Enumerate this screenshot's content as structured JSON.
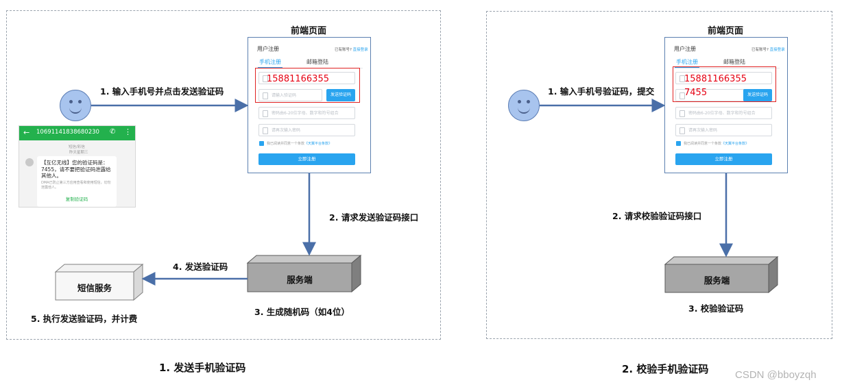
{
  "left": {
    "frontend_title": "前端页面",
    "form": {
      "title": "用户注册",
      "login_prompt": "已有账号?",
      "login_link": "直接登录",
      "tab_phone": "手机注册",
      "tab_email": "邮箱登陆",
      "code_placeholder": "请输入验证码",
      "send_button": "发送验证码",
      "password_placeholder": "密码由6-20位字母、数字和符号组合",
      "confirm_placeholder": "请再次输入密码",
      "agree_text": "我已阅读并同意一个条款",
      "agree_link": "《天翼平台条款》",
      "submit_button": "立即注册",
      "phone_value": "15881166355"
    },
    "label_step1": "1. 输入手机号并点击发送验证码",
    "label_step2": "2. 请求发送验证码接口",
    "label_step3": "3. 生成随机码（如4位）",
    "label_step4": "4. 发送验证码",
    "label_step5": "5. 执行发送验证码，并计费",
    "server_label": "服务端",
    "sms_label": "短信服务",
    "sms": {
      "sender": "10691141838680230",
      "date_line1": "短信/彩信",
      "date_line2": "昨天星期三",
      "msg_part1": "【互亿无线】",
      "msg_part2": "您的验证码是：7455，请不要把验证码泄露给其他人。",
      "note": "DMA已防止第三方应用查看和使用短信，切勿泄露他人。",
      "copy_button": "复制验证码"
    },
    "bottom_title": "1. 发送手机验证码"
  },
  "right": {
    "frontend_title": "前端页面",
    "form": {
      "title": "用户注册",
      "login_prompt": "已有账号?",
      "login_link": "直接登录",
      "tab_phone": "手机注册",
      "tab_email": "邮箱登陆",
      "code_placeholder": "请输入验证码",
      "send_button": "发送验证码",
      "password_placeholder": "密码由6-20位字母、数字和符号组合",
      "confirm_placeholder": "请再次输入密码",
      "agree_text": "我已阅读并同意一个条款",
      "agree_link": "《天翼平台条款》",
      "submit_button": "立即注册",
      "phone_value": "15881166355",
      "code_value": "7455"
    },
    "label_step1": "1. 输入手机号验证码，提交",
    "label_step2": "2. 请求校验验证码接口",
    "label_step3": "3. 校验验证码",
    "server_label": "服务端",
    "bottom_title": "2. 校验手机验证码"
  },
  "watermark": "CSDN @bboyzqh",
  "colors": {
    "arrow": "#4a6fa8",
    "server_face": "#a6a6a6",
    "accent_blue": "#29a4ef",
    "sms_green": "#23b14d",
    "highlight_red": "#e02020"
  }
}
